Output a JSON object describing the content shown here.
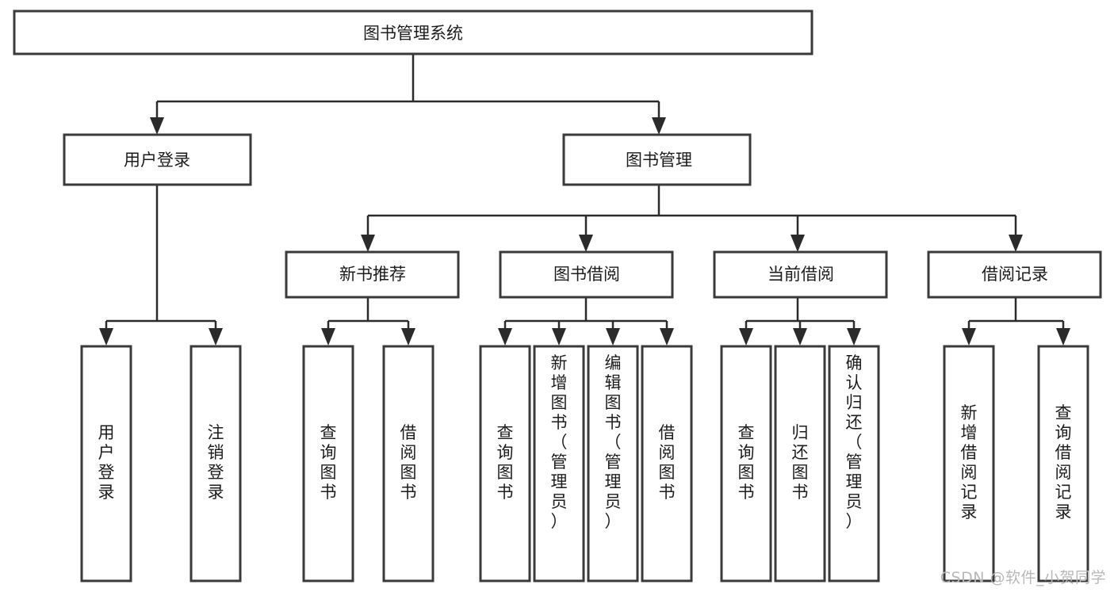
{
  "diagram": {
    "type": "tree",
    "title": "图书管理系统",
    "root": {
      "id": "root",
      "label": "图书管理系统"
    },
    "level2": [
      {
        "id": "user-login",
        "label": "用户登录"
      },
      {
        "id": "book-manage",
        "label": "图书管理"
      }
    ],
    "level3": [
      {
        "id": "new-book-rec",
        "label": "新书推荐",
        "parent": "book-manage"
      },
      {
        "id": "book-borrow",
        "label": "图书借阅",
        "parent": "book-manage"
      },
      {
        "id": "current-borrow",
        "label": "当前借阅",
        "parent": "book-manage"
      },
      {
        "id": "borrow-record",
        "label": "借阅记录",
        "parent": "book-manage"
      }
    ],
    "leaves": {
      "user-login": [
        {
          "id": "leaf-user-login",
          "label": "用户登录",
          "chars": [
            "用",
            "户",
            "登",
            "录"
          ]
        },
        {
          "id": "leaf-logout",
          "label": "注销登录",
          "chars": [
            "注",
            "销",
            "登",
            "录"
          ]
        }
      ],
      "new-book-rec": [
        {
          "id": "leaf-query-book-1",
          "label": "查询图书",
          "chars": [
            "查",
            "询",
            "图",
            "书"
          ]
        },
        {
          "id": "leaf-borrow-book-1",
          "label": "借阅图书",
          "chars": [
            "借",
            "阅",
            "图",
            "书"
          ]
        }
      ],
      "book-borrow": [
        {
          "id": "leaf-query-book-2",
          "label": "查询图书",
          "chars": [
            "查",
            "询",
            "图",
            "书"
          ]
        },
        {
          "id": "leaf-add-book",
          "label": "新增图书（管理员）",
          "chars": [
            "新",
            "增",
            "图",
            "书",
            "（",
            "管",
            "理",
            "员",
            "）"
          ]
        },
        {
          "id": "leaf-edit-book",
          "label": "编辑图书（管理员）",
          "chars": [
            "编",
            "辑",
            "图",
            "书",
            "（",
            "管",
            "理",
            "员",
            "）"
          ]
        },
        {
          "id": "leaf-borrow-book-2",
          "label": "借阅图书",
          "chars": [
            "借",
            "阅",
            "图",
            "书"
          ]
        }
      ],
      "current-borrow": [
        {
          "id": "leaf-query-book-3",
          "label": "查询图书",
          "chars": [
            "查",
            "询",
            "图",
            "书"
          ]
        },
        {
          "id": "leaf-return-book",
          "label": "归还图书",
          "chars": [
            "归",
            "还",
            "图",
            "书"
          ]
        },
        {
          "id": "leaf-confirm-return",
          "label": "确认归还（管理员）",
          "chars": [
            "确",
            "认",
            "归",
            "还",
            "（",
            "管",
            "理",
            "员",
            "）"
          ]
        }
      ],
      "borrow-record": [
        {
          "id": "leaf-add-record",
          "label": "新增借阅记录",
          "chars": [
            "新",
            "增",
            "借",
            "阅",
            "记",
            "录"
          ]
        },
        {
          "id": "leaf-query-record",
          "label": "查询借阅记录",
          "chars": [
            "查",
            "询",
            "借",
            "阅",
            "记",
            "录"
          ]
        }
      ]
    },
    "watermark": "CSDN @软件_小贺同学",
    "colors": {
      "box_stroke": "#3a3a3a",
      "box_fill": "#ffffff",
      "connector": "#2b2b2b",
      "text": "#1c1c1c",
      "watermark": "#b8b8b8",
      "background": "#ffffff"
    }
  }
}
